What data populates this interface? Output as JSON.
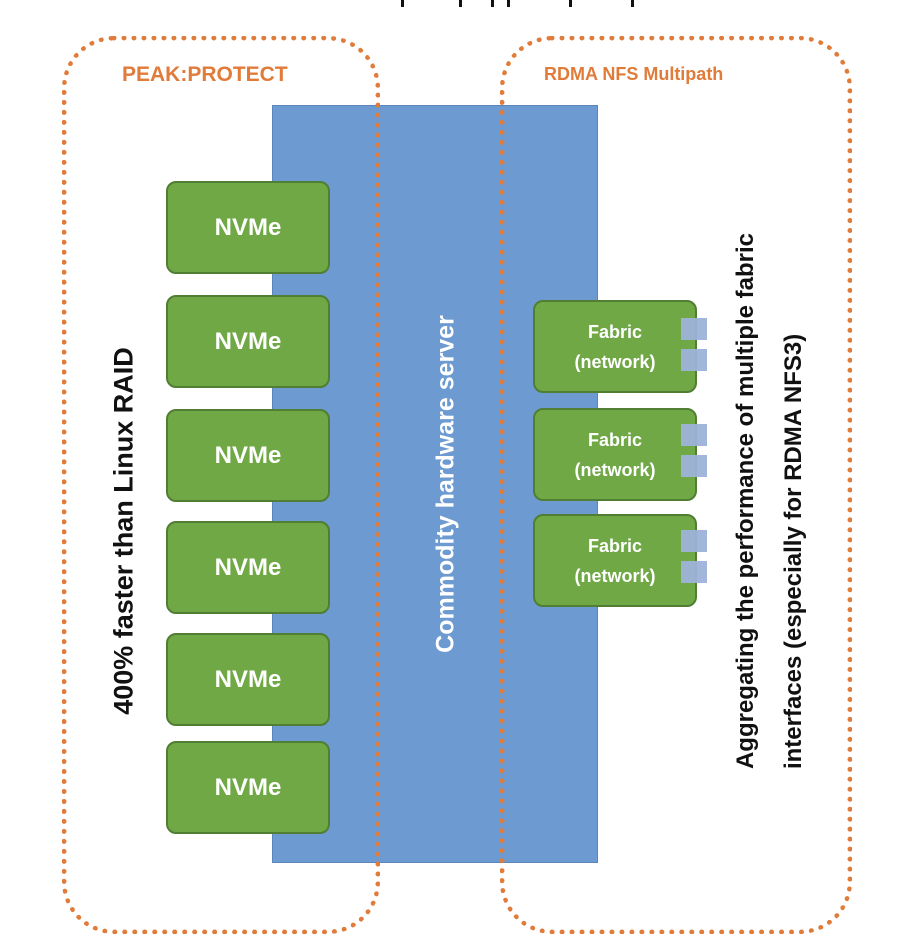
{
  "groups": {
    "left_title": "PEAK:PROTECT",
    "right_title": "RDMA NFS Multipath"
  },
  "server": {
    "label": "Commodity hardware server"
  },
  "nvme": {
    "items": [
      "NVMe",
      "NVMe",
      "NVMe",
      "NVMe",
      "NVMe",
      "NVMe"
    ]
  },
  "fabric": {
    "items": [
      {
        "line1": "Fabric",
        "line2": "(network)"
      },
      {
        "line1": "Fabric",
        "line2": "(network)"
      },
      {
        "line1": "Fabric",
        "line2": "(network)"
      }
    ]
  },
  "annotations": {
    "left": "400% faster than Linux RAID",
    "right_line1": "Aggregating the performance of multiple fabric",
    "right_line2": "interfaces (especially for RDMA NFS3)"
  },
  "colors": {
    "accent_orange": "#e07b39",
    "server_blue": "#6d9bd1",
    "component_green": "#70a845",
    "port_blue": "#9db2d9"
  }
}
